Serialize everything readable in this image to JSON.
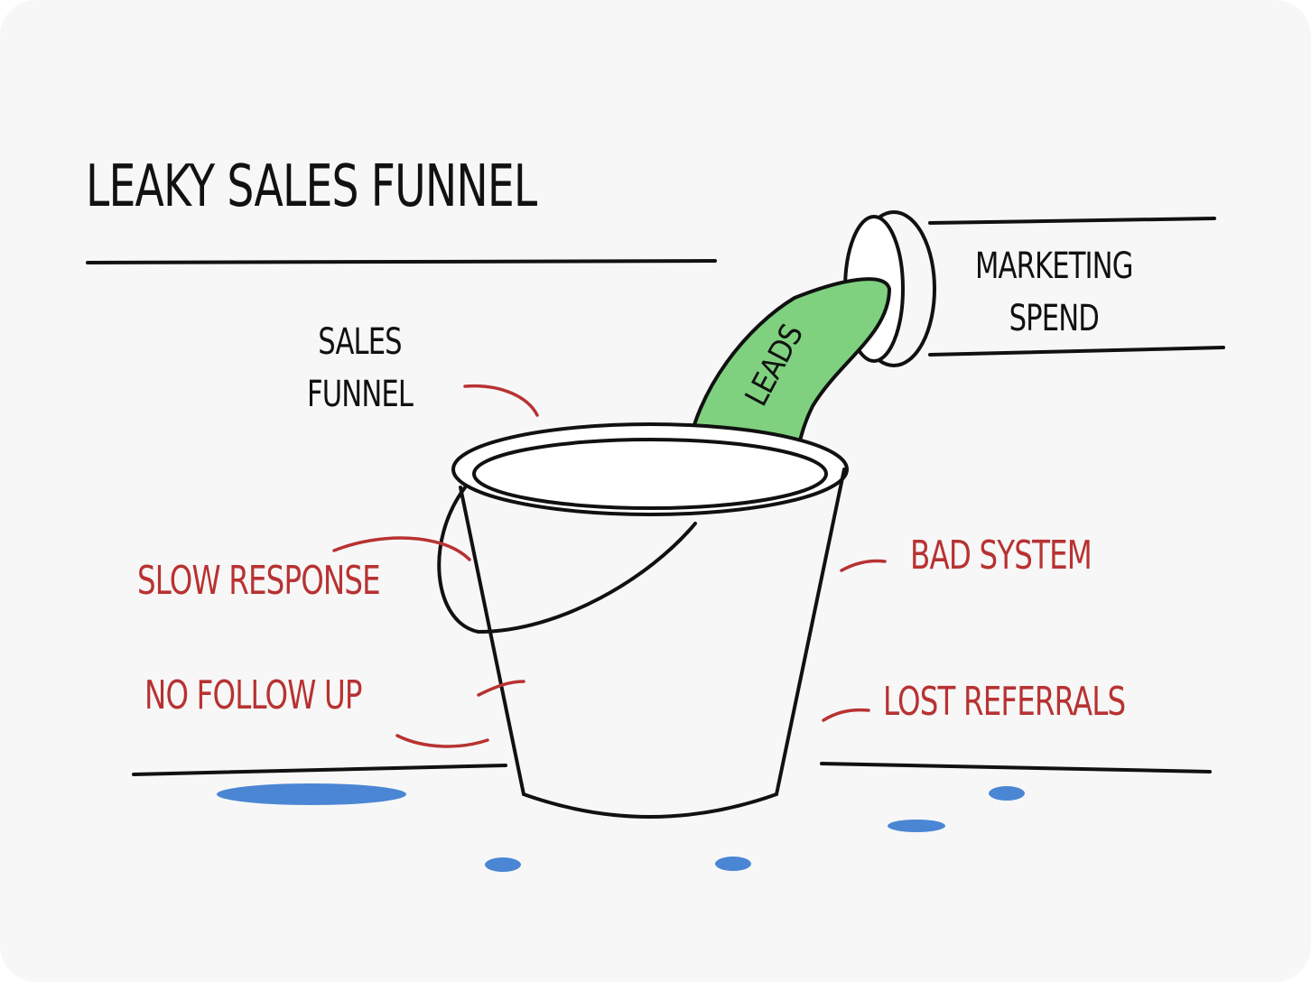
{
  "title": "LEAKY SALES FUNNEL",
  "labels": {
    "sales_funnel": [
      "SALES",
      "FUNNEL"
    ],
    "marketing_spend": [
      "MARKETING",
      "SPEND"
    ],
    "leads": "LEADS",
    "slow_response": "SLOW RESPONSE",
    "no_follow_up": "NO FOLLOW UP",
    "bad_system": "BAD SYSTEM",
    "lost_referrals": "LOST REFERRALS"
  },
  "colors": {
    "leads": "#7fd17f",
    "leak_label": "#b83232",
    "puddle": "#4a86d4"
  }
}
